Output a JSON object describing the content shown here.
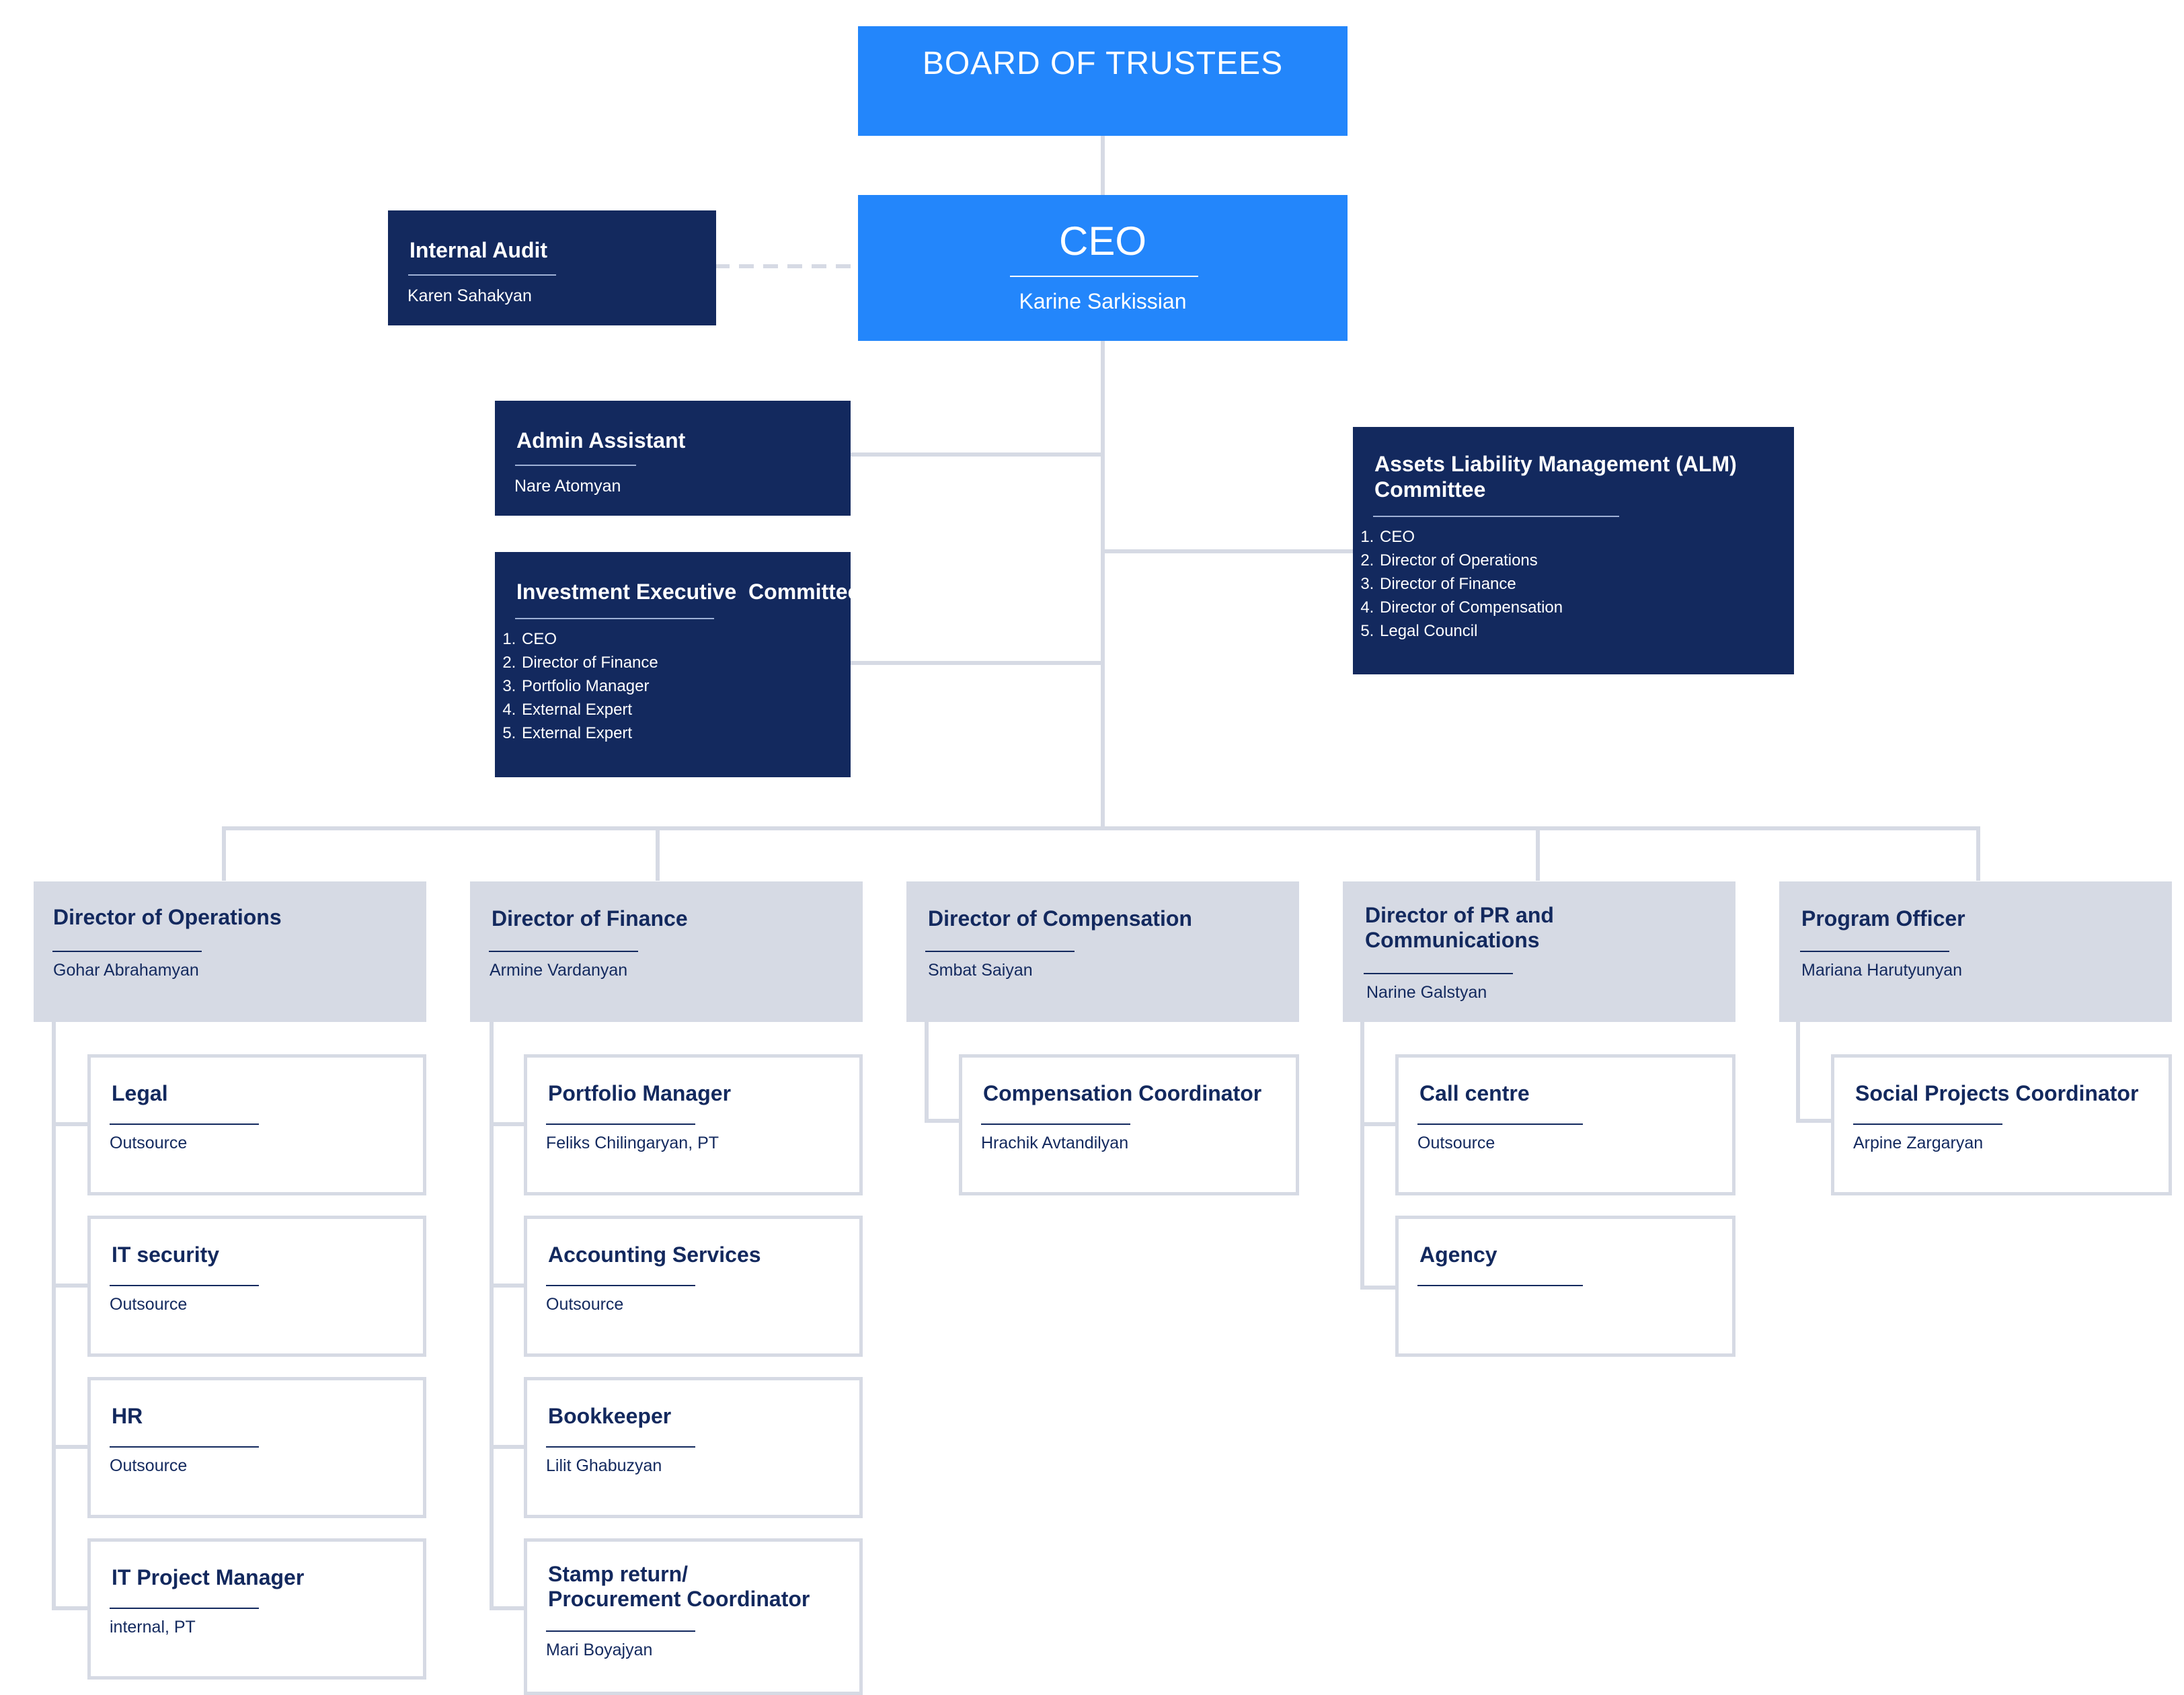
{
  "colors": {
    "primary_blue": "#2386fb",
    "navy": "#13295e",
    "grey_box": "#d6dae4",
    "connector": "#d6dae4"
  },
  "board": {
    "title": "BOARD OF TRUSTEES"
  },
  "ceo": {
    "title": "CEO",
    "name": "Karine Sarkissian"
  },
  "internal_audit": {
    "title": "Internal Audit",
    "name": "Karen Sahakyan"
  },
  "admin_assistant": {
    "title": "Admin Assistant",
    "name": "Nare Atomyan"
  },
  "investment_committee": {
    "title": "Investment Executive  Committee",
    "members": [
      "CEO",
      "Director of Finance",
      "Portfolio Manager",
      "External Expert",
      "External Expert"
    ]
  },
  "alm_committee": {
    "title_line1": "Assets Liability Management (ALM)",
    "title_line2": "Committee",
    "members": [
      "CEO",
      "Director of Operations",
      "Director of Finance",
      "Director of Compensation",
      "Legal Council"
    ]
  },
  "departments": [
    {
      "title": "Director of Operations",
      "name": "Gohar Abrahamyan",
      "units": [
        {
          "title": "Legal",
          "sub": "Outsource"
        },
        {
          "title": "IT security",
          "sub": "Outsource"
        },
        {
          "title": "HR",
          "sub": "Outsource"
        },
        {
          "title": "IT Project Manager",
          "sub": "internal, PT"
        }
      ]
    },
    {
      "title": "Director of Finance",
      "name": "Armine Vardanyan",
      "units": [
        {
          "title": "Portfolio Manager",
          "sub": "Feliks Chilingaryan, PT"
        },
        {
          "title": "Accounting Services",
          "sub": "Outsource"
        },
        {
          "title": "Bookkeeper",
          "sub": "Lilit Ghabuzyan"
        },
        {
          "title_line1": "Stamp return/",
          "title_line2": "Procurement Coordinator",
          "sub": "Mari Boyajyan"
        }
      ]
    },
    {
      "title": "Director of Compensation",
      "name": "Smbat Saiyan",
      "units": [
        {
          "title": "Compensation Coordinator",
          "sub": "Hrachik Avtandilyan"
        }
      ]
    },
    {
      "title_line1": "Director of PR and",
      "title_line2": "Communications",
      "name": "Narine Galstyan",
      "units": [
        {
          "title": "Call centre",
          "sub": "Outsource"
        },
        {
          "title": "Agency",
          "sub": ""
        }
      ]
    },
    {
      "title": "Program Officer",
      "name": "Mariana Harutyunyan",
      "units": [
        {
          "title": "Social Projects Coordinator",
          "sub": "Arpine Zargaryan"
        }
      ]
    }
  ]
}
